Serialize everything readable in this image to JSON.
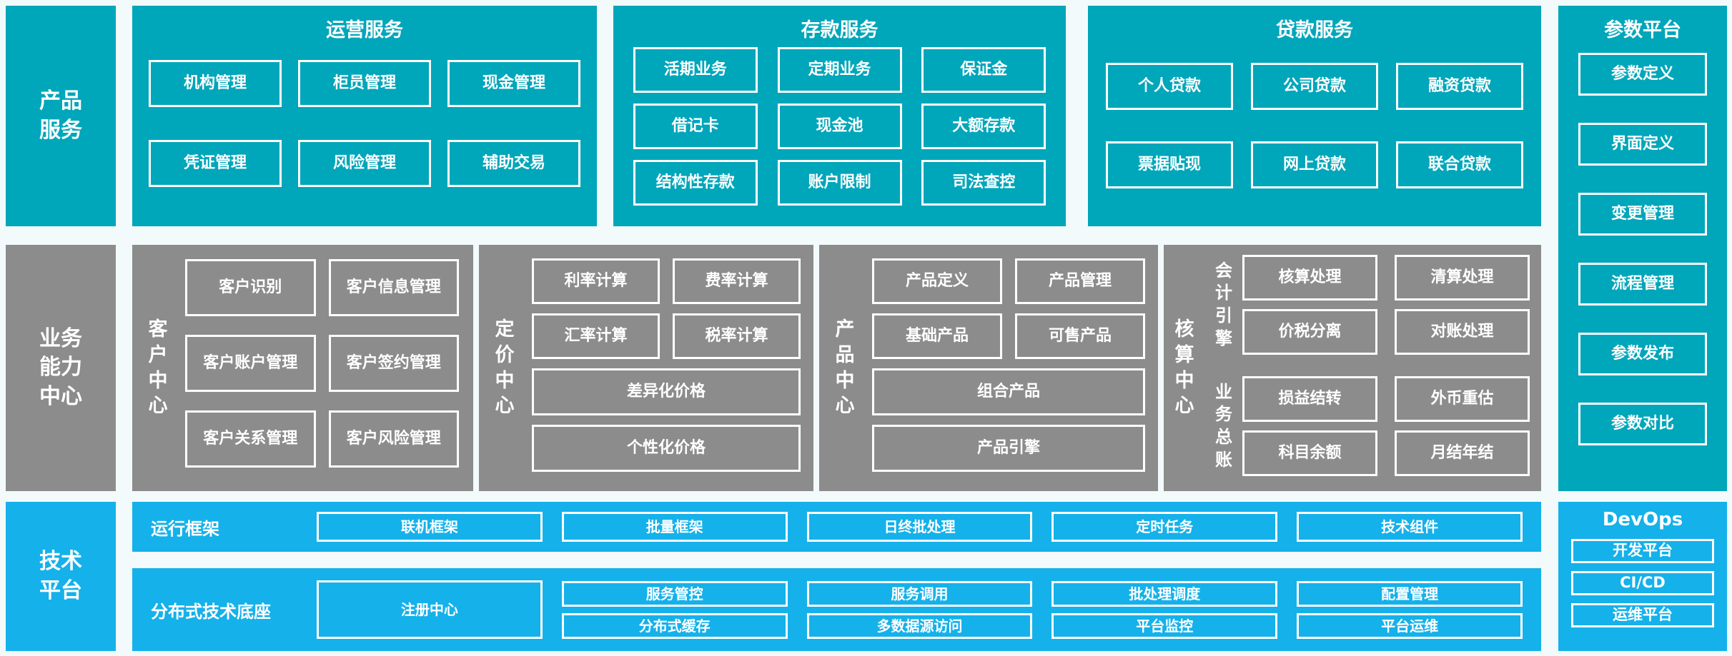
{
  "palette": {
    "teal": "#00A6BA",
    "gray": "#8C8C8C",
    "blue": "#15B1EA",
    "background": "#F3FAFB",
    "box_border": "#FFFFFF",
    "text": "#FFFFFF"
  },
  "left_labels": {
    "product": "产品服务",
    "business": "业务能力中心",
    "technology": "技术平台"
  },
  "operations": {
    "title": "运营服务",
    "items": [
      "机构管理",
      "柜员管理",
      "现金管理",
      "凭证管理",
      "风险管理",
      "辅助交易"
    ]
  },
  "deposit": {
    "title": "存款服务",
    "items": [
      "活期业务",
      "定期业务",
      "保证金",
      "借记卡",
      "现金池",
      "大额存款",
      "结构性存款",
      "账户限制",
      "司法查控"
    ]
  },
  "loan": {
    "title": "贷款服务",
    "items": [
      "个人贷款",
      "公司贷款",
      "融资贷款",
      "票据贴现",
      "网上贷款",
      "联合贷款"
    ]
  },
  "parameter_platform": {
    "title": "参数平台",
    "items": [
      "参数定义",
      "界面定义",
      "变更管理",
      "流程管理",
      "参数发布",
      "参数对比"
    ]
  },
  "customer_center": {
    "label": "客户中心",
    "items": [
      "客户识别",
      "客户信息管理",
      "客户账户管理",
      "客户签约管理",
      "客户关系管理",
      "客户风险管理"
    ]
  },
  "pricing_center": {
    "label": "定价中心",
    "items": [
      "利率计算",
      "费率计算",
      "汇率计算",
      "税率计算"
    ],
    "wide_items": [
      "差异化价格",
      "个性化价格"
    ]
  },
  "product_center": {
    "label": "产品中心",
    "items": [
      "产品定义",
      "产品管理",
      "基础产品",
      "可售产品"
    ],
    "wide_items": [
      "组合产品",
      "产品引擎"
    ]
  },
  "accounting_center": {
    "label": "核算中心",
    "groups": [
      {
        "label": "会计引擎",
        "items": [
          "核算处理",
          "清算处理",
          "价税分离",
          "对账处理"
        ]
      },
      {
        "label": "业务总账",
        "items": [
          "损益结转",
          "外币重估",
          "科目余额",
          "月结年结"
        ]
      }
    ]
  },
  "runtime_framework": {
    "label": "运行框架",
    "items": [
      "联机框架",
      "批量框架",
      "日终批处理",
      "定时任务",
      "技术组件"
    ]
  },
  "distributed_base": {
    "label": "分布式技术底座",
    "registry": "注册中心",
    "items": [
      "服务管控",
      "分布式缓存",
      "服务调用",
      "多数据源访问",
      "批处理调度",
      "平台监控",
      "配置管理",
      "平台运维"
    ]
  },
  "devops": {
    "title": "DevOps",
    "items": [
      "开发平台",
      "CI/CD",
      "运维平台"
    ]
  }
}
